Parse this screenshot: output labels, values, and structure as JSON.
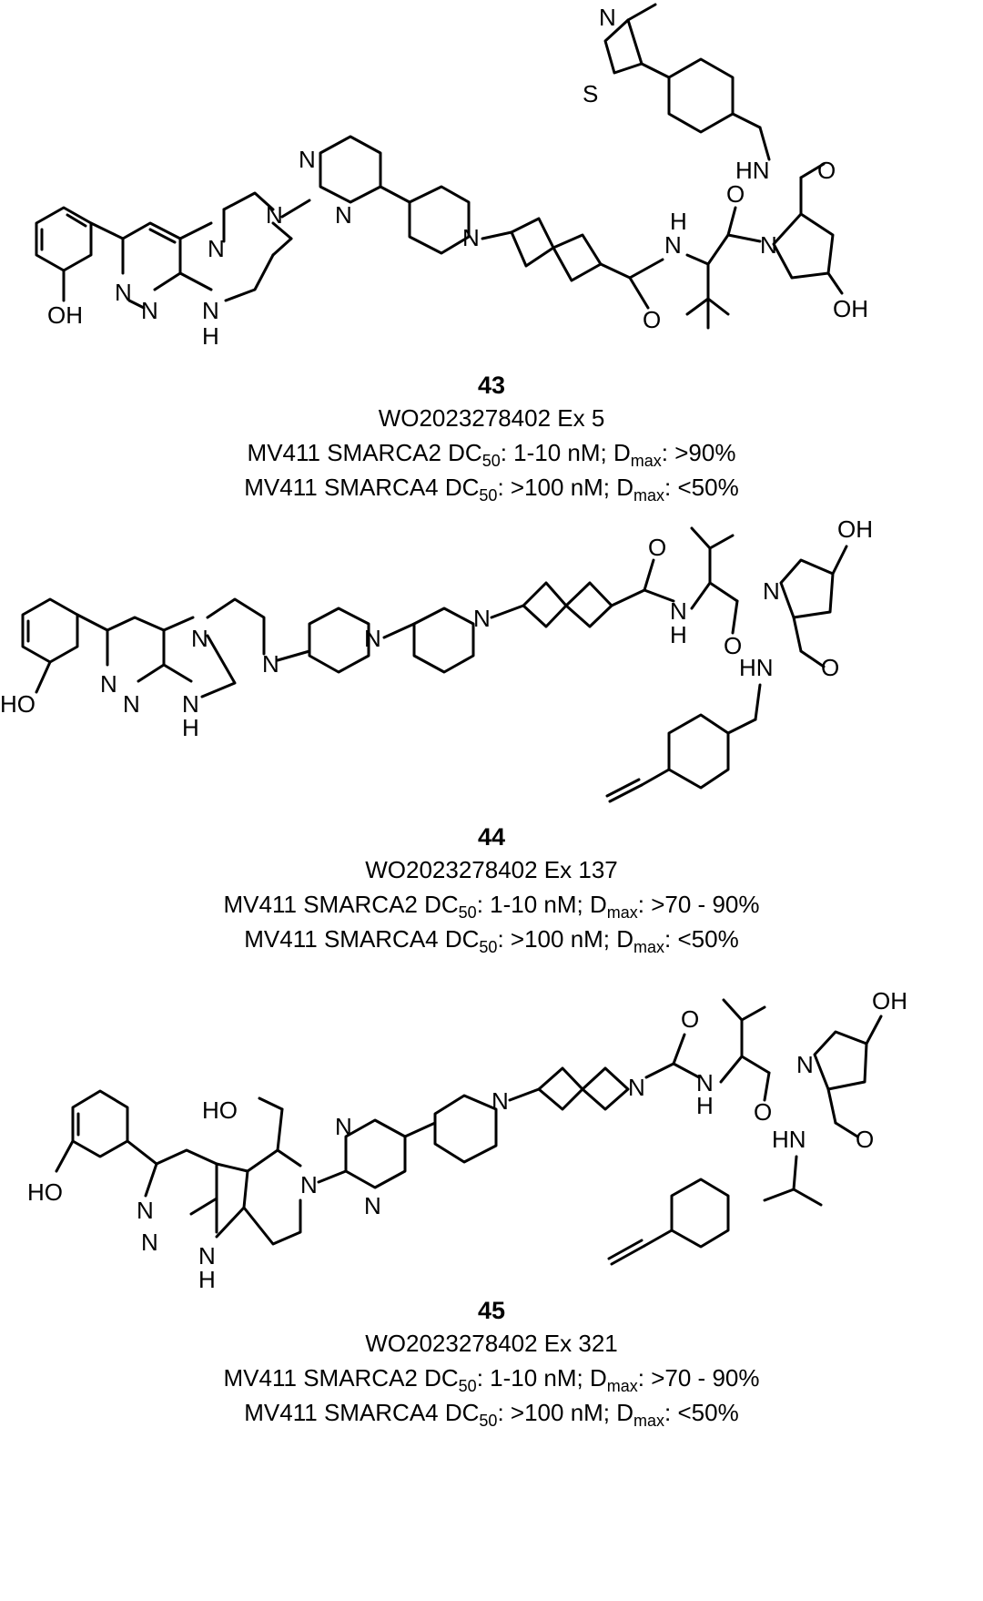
{
  "compounds": [
    {
      "number": "43",
      "patent": "WO2023278402 Ex 5",
      "smarca2": {
        "prefix": "MV411 SMARCA2 DC",
        "dc_sub": "50",
        "dc_value": ": 1-10 nM; D",
        "dmax_sub": "max",
        "dmax_value": ": >90%"
      },
      "smarca4": {
        "prefix": "MV411 SMARCA4 DC",
        "dc_sub": "50",
        "dc_value": ": >100 nM; D",
        "dmax_sub": "max",
        "dmax_value": ": <50%"
      }
    },
    {
      "number": "44",
      "patent": "WO2023278402 Ex 137",
      "smarca2": {
        "prefix": "MV411 SMARCA2 DC",
        "dc_sub": "50",
        "dc_value": ": 1-10 nM; D",
        "dmax_sub": "max",
        "dmax_value": ": >70 - 90%"
      },
      "smarca4": {
        "prefix": "MV411 SMARCA4 DC",
        "dc_sub": "50",
        "dc_value": ": >100 nM; D",
        "dmax_sub": "max",
        "dmax_value": ": <50%"
      }
    },
    {
      "number": "45",
      "patent": "WO2023278402 Ex 321",
      "smarca2": {
        "prefix": "MV411 SMARCA2 DC",
        "dc_sub": "50",
        "dc_value": ": 1-10 nM; D",
        "dmax_sub": "max",
        "dmax_value": ": >70 - 90%"
      },
      "smarca4": {
        "prefix": "MV411 SMARCA4 DC",
        "dc_sub": "50",
        "dc_value": ": >100 nM; D",
        "dmax_sub": "max",
        "dmax_value": ": <50%"
      }
    }
  ],
  "atom_labels": {
    "n": "N",
    "s": "S",
    "o": "O",
    "oh": "OH",
    "ho": "HO",
    "hn": "HN",
    "h": "H"
  }
}
